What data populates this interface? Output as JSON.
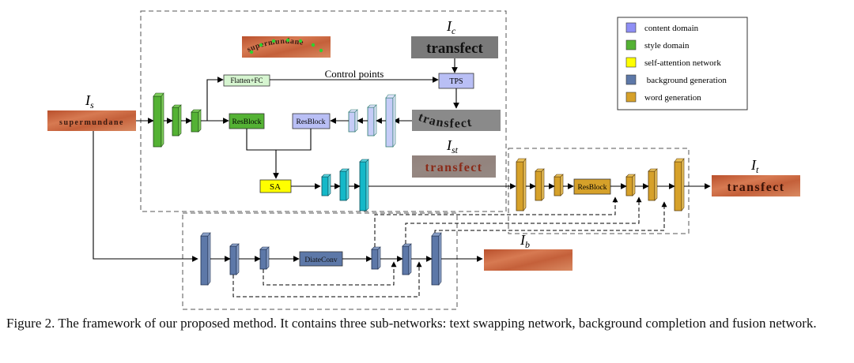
{
  "legend": {
    "items": [
      {
        "label": "content domain",
        "color": "#8f8ff5"
      },
      {
        "label": "style domain",
        "color": "#54b234"
      },
      {
        "label": "self-attention network",
        "color": "#ffff00"
      },
      {
        "label": " background generation",
        "color": "#5d78a8"
      },
      {
        "label": "word generation",
        "color": "#d6a12a"
      }
    ]
  },
  "labels": {
    "is": "I",
    "is_sub": "s",
    "ic": "I",
    "ic_sub": "c",
    "ist": "I",
    "ist_sub": "st",
    "it": "I",
    "it_sub": "t",
    "ib": "I",
    "ib_sub": "b",
    "flatten_fc": "Flatten+FC",
    "control_points": "Control points",
    "tps": "TPS",
    "resblock_style": "ResBlock",
    "resblock_content": "ResBlock",
    "sa": "SA",
    "resblock_fusion": "ResBlock",
    "dilate_conv": "DiateConv"
  },
  "images": {
    "input_style_text": "supermundane",
    "content_text": "transfect",
    "tps_output_text": "transfect",
    "swapped_text": "transfect",
    "fusion_output_text": "transfect"
  },
  "caption": "Figure 2. The framework of our proposed method.  It contains three sub-networks: text swapping network, background completion and fusion network.",
  "colors": {
    "content": "#b9bff5",
    "style": "#54b234",
    "attention": "#ffff00",
    "background": "#5d78a8",
    "word": "#d6a12a",
    "cyan": "#14b8c8",
    "texture": "#c9643e",
    "gray_box": "#7a7a7a"
  }
}
